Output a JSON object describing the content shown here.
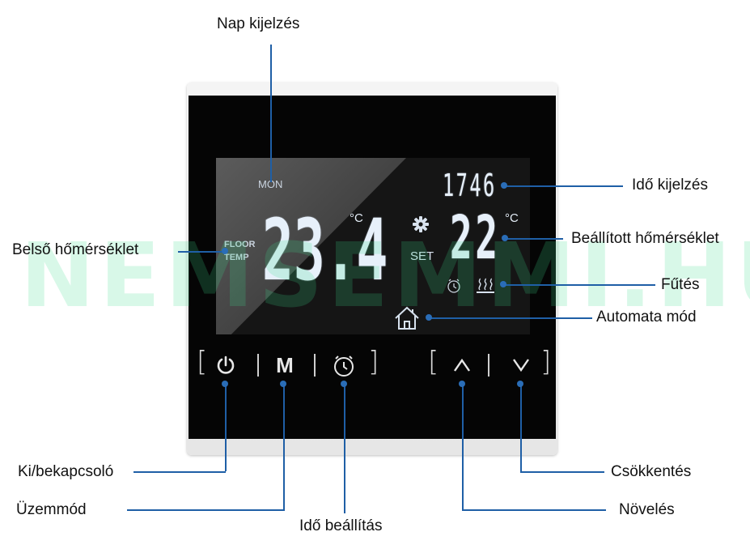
{
  "display": {
    "day": "MON",
    "time": "1746",
    "room_temp": "23.4",
    "temp_unit": "°C",
    "set_temp": "22",
    "set_unit": "°C",
    "set_label": "SET",
    "floor_label": "FLOOR",
    "temp_label": "TEMP"
  },
  "buttons": {
    "power_glyph": "⏻",
    "mode_label": "M",
    "up_glyph": "∧",
    "down_glyph": "∨"
  },
  "watermark": "NEMSEMMI.HU",
  "callouts": {
    "day_display": "Nap kijelzés",
    "time_display": "Idő kijelzés",
    "internal_temp": "Belső hőmérséklet",
    "set_temp": "Beállított hőmérséklet",
    "heating": "Fűtés",
    "auto_mode": "Automata mód",
    "power_switch": "Ki/bekapcsoló",
    "mode": "Üzemmód",
    "time_setting": "Idő beállítás",
    "increase": "Növelés",
    "decrease": "Csökkentés"
  },
  "colors": {
    "leader_line": "#1f5fa6",
    "watermark": "#3cdc8c",
    "lcd_segment": "#e7f0fa"
  }
}
